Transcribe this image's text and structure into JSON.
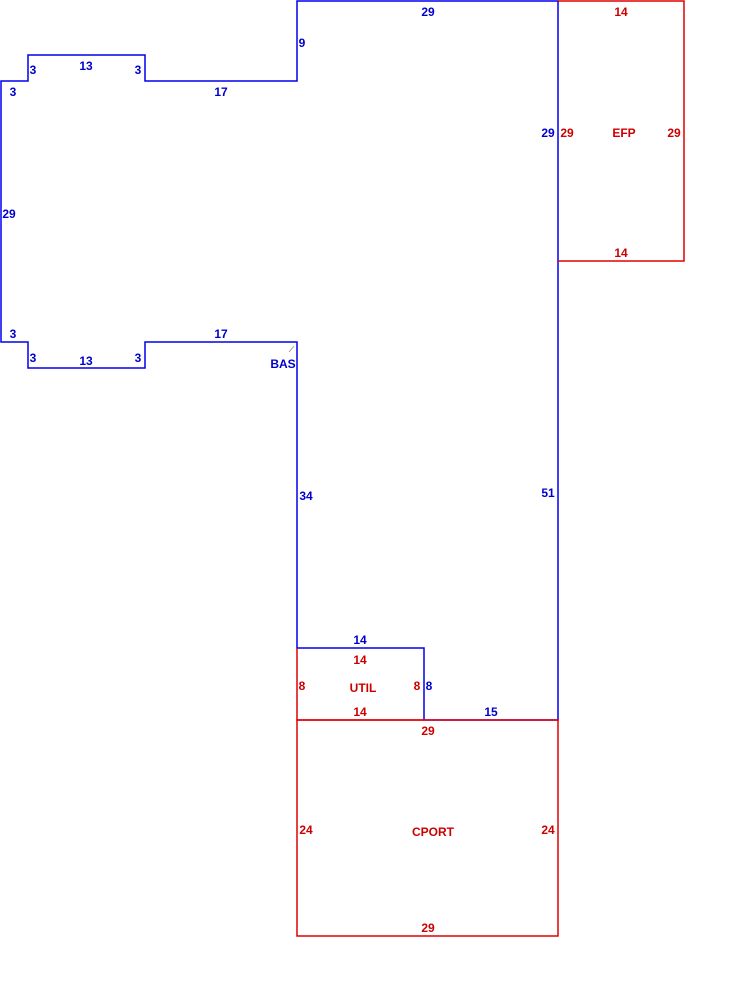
{
  "colors": {
    "living_area": "#0000ee",
    "other_area": "#e00000",
    "background": "#ffffff"
  },
  "areas": {
    "bas": {
      "name": "BAS",
      "dims": {
        "top_main": "29",
        "step_up": "9",
        "upper_right_run": "17",
        "upper_notch_right": "3",
        "upper_notch_top": "13",
        "upper_notch_left": "3",
        "upper_left_step": "3",
        "left_side": "29",
        "lower_left_step": "3",
        "lower_notch_left": "3",
        "lower_notch_bottom": "13",
        "lower_notch_right": "3",
        "lower_right_run": "17",
        "left_wing_lower": "34",
        "util_top": "14",
        "util_right": "8",
        "bottom_run": "15",
        "right_side_lower": "51",
        "right_side_upper": "29"
      }
    },
    "efp": {
      "name": "EFP",
      "dims": {
        "top": "14",
        "left": "29",
        "right": "29",
        "bottom": "14"
      }
    },
    "util": {
      "name": "UTIL",
      "dims": {
        "top": "14",
        "left": "8",
        "right": "8",
        "bottom": "14"
      }
    },
    "cport": {
      "name": "CPORT",
      "dims": {
        "top": "29",
        "left": "24",
        "right": "24",
        "bottom": "29"
      }
    }
  }
}
